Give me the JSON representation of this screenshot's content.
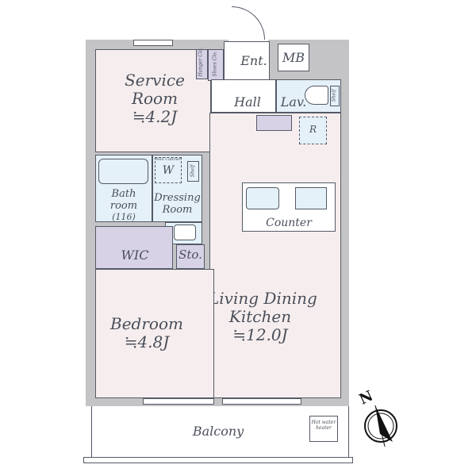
{
  "rooms": {
    "service_room": {
      "name_line1": "Service",
      "name_line2": "Room",
      "size": "≒4.2J"
    },
    "entrance": "Ent.",
    "meter_box": "MB",
    "hanger_closet": "Hanger Clo.",
    "shoes_closet": "Shoes Clo.",
    "hall": "Hall",
    "lavatory": "Lav.",
    "shelf_lav": "Shelf",
    "refrigerator": "R",
    "bathroom": {
      "line1": "Bath",
      "line2": "room",
      "line3": "(116)"
    },
    "wall_cabinet": "Wall Cabinet",
    "washer": "W",
    "shelf_dressing": "Shelf",
    "dressing_room": {
      "line1": "Dressing",
      "line2": "Room"
    },
    "wic": "WIC",
    "storage": "Sto.",
    "counter": "Counter",
    "bedroom": {
      "name": "Bedroom",
      "size": "≒4.8J"
    },
    "ldk": {
      "line1": "Living Dining",
      "line2": "Kitchen",
      "size": "≒12.0J"
    },
    "balcony": "Balcony",
    "hot_water_heater": {
      "line1": "Hot water",
      "line2": "heater"
    }
  },
  "compass": {
    "label": "N"
  },
  "colors": {
    "wall": "#c4c4c6",
    "room": "#f6eeee",
    "wet": "#e4f1f8",
    "storage": "#d8d2e6",
    "line": "#555a66"
  }
}
